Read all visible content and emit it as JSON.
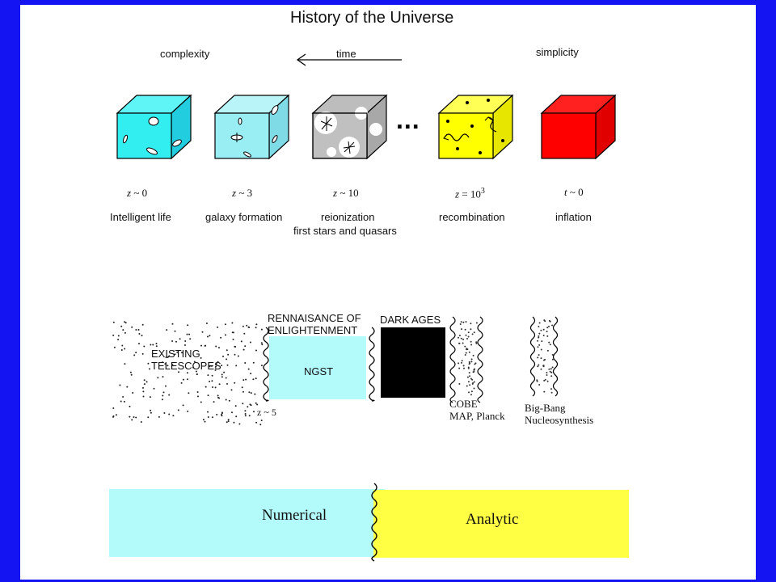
{
  "title": "History of the Universe",
  "axis": {
    "left": "complexity",
    "middle": "time",
    "right": "simplicity"
  },
  "ellipsis": "...",
  "cubes": [
    {
      "z_var": "z",
      "z_rest": " ~ 0",
      "label": "Intelligent life",
      "color": "#33eef0"
    },
    {
      "z_var": "z",
      "z_rest": " ~ 3",
      "label": "galaxy formation",
      "color": "#99eef4"
    },
    {
      "z_var": "z",
      "z_rest": " ~ 10",
      "label": "reionization",
      "label2": "first stars and quasars",
      "color": "#c0c0c0"
    },
    {
      "z_var": "z",
      "z_rest": " = 10",
      "z_sup": "3",
      "label": "recombination",
      "color": "#ffff00"
    },
    {
      "z_var": "t",
      "z_rest": " ~ 0",
      "label": "inflation",
      "color": "#ff0000"
    }
  ],
  "eras": {
    "existing": "EXISTING TELESCOPES",
    "existing_l1": "EXISTING",
    "existing_l2": "TELESCOPES",
    "renaissance_l1": "RENNAISANCE OF",
    "renaissance_l2": "ENLIGHTENMENT",
    "ngst": "NGST",
    "z5": "z ~ 5",
    "dark_ages": "DARK AGES",
    "cobe_l1": "COBE",
    "cobe_l2": "MAP, Planck",
    "bbn_l1": "Big-Bang",
    "bbn_l2": "Nucleosynthesis"
  },
  "methods": {
    "numerical": "Numerical",
    "analytic": "Analytic"
  },
  "colors": {
    "border": "#1414f2",
    "light_cyan": "#b3fafa",
    "yellow": "#ffff44",
    "dark": "#000000"
  }
}
